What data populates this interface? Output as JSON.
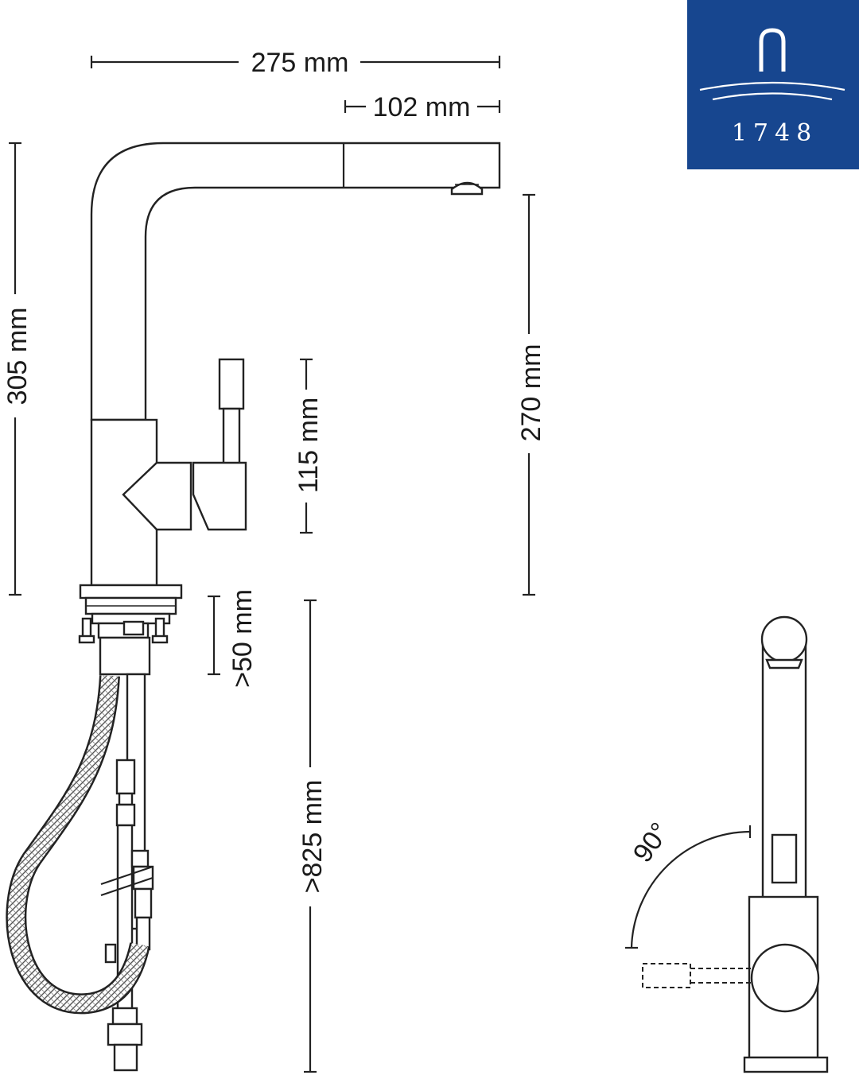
{
  "dimensions": {
    "width_total": "275 mm",
    "spout_pullout": "102 mm",
    "height_total": "305 mm",
    "spout_height": "270 mm",
    "lever_height": "115 mm",
    "deck_thickness": ">50 mm",
    "hose_length": ">825 mm",
    "rotation_angle": "90°"
  },
  "logo": {
    "number": "1748",
    "background": "#17468f",
    "foreground": "#ffffff"
  }
}
